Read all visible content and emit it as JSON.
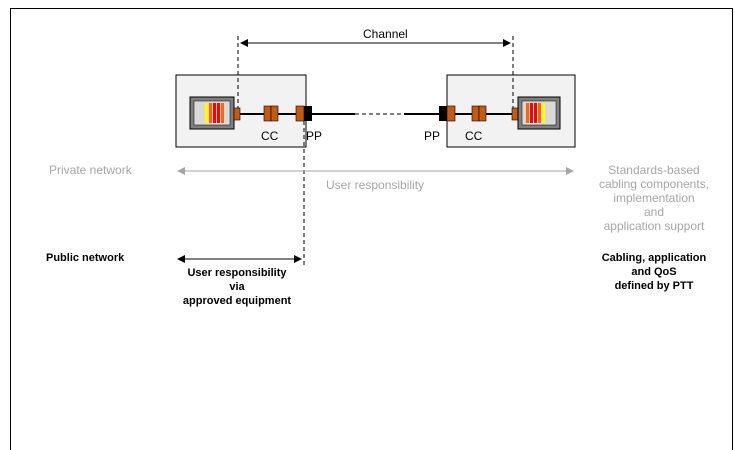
{
  "labels": {
    "channel": "Channel",
    "cc_left": "CC",
    "pp_left": "PP",
    "pp_right": "PP",
    "cc_right": "CC",
    "private_network": "Private network",
    "user_responsibility_private": "User responsibility",
    "standards_based": [
      "Standards-based",
      "cabling components,",
      "implementation",
      "and",
      "application support"
    ],
    "public_network": "Public network",
    "user_responsibility_public": [
      "User responsibility",
      "via",
      "approved equipment"
    ],
    "ptt_defined": [
      "Cabling, application",
      "and QoS",
      "defined by PTT"
    ]
  },
  "colors": {
    "box_fill": "#f2f2f2",
    "connector_brown": "#c55a11",
    "plug_black": "#000000",
    "gray_text": "#a6a6a6",
    "outlet_gray": "#7f7f7f",
    "stripe_yellow": "#ffff00",
    "stripe_red": "#ff0000",
    "stripe_orange": "#ff6600"
  }
}
